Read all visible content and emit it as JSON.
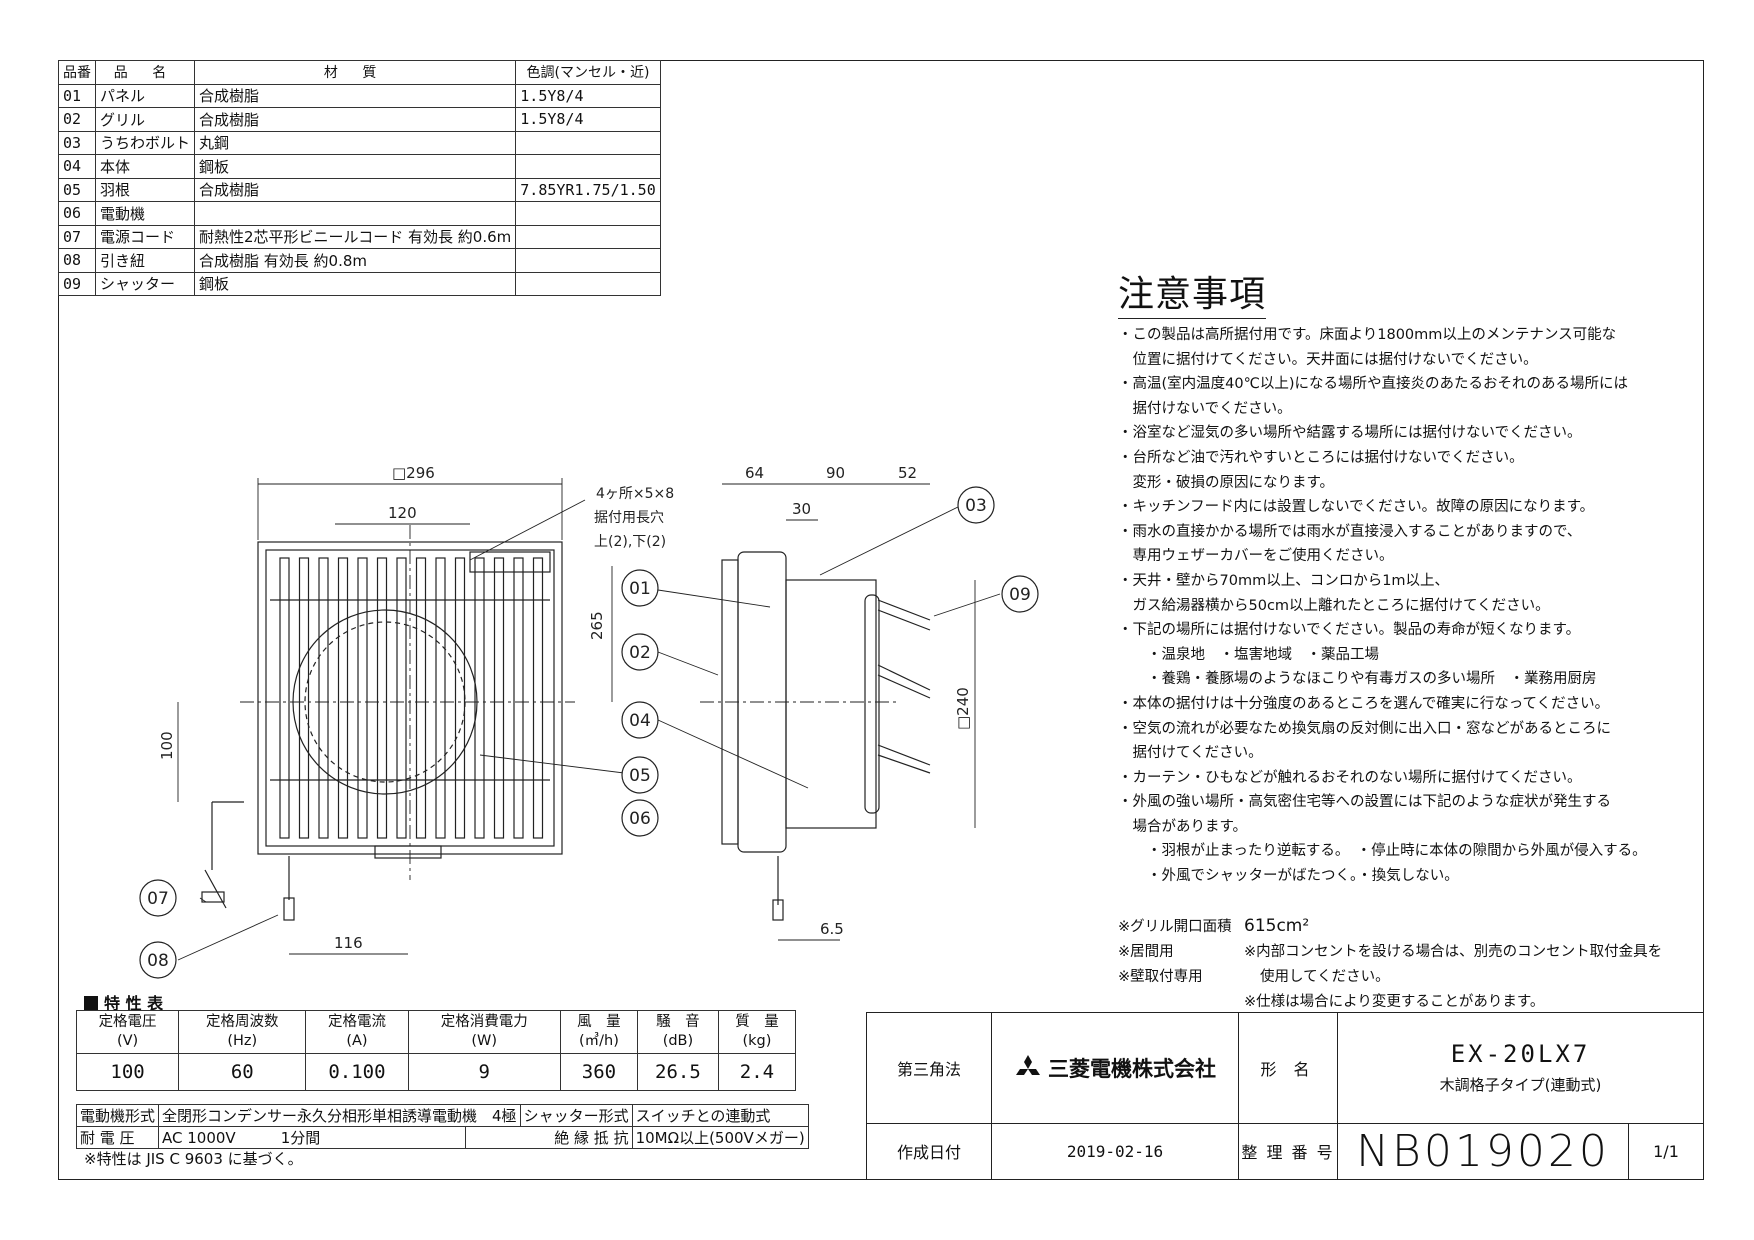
{
  "parts_table": {
    "headers": [
      "品番",
      "品 名",
      "材 質",
      "色調(マンセル・近)"
    ],
    "rows": [
      {
        "no": "01",
        "name": "パネル",
        "material": "合成樹脂",
        "color": "1.5Y8/4"
      },
      {
        "no": "02",
        "name": "グリル",
        "material": "合成樹脂",
        "color": "1.5Y8/4"
      },
      {
        "no": "03",
        "name": "うちわボルト",
        "material": "丸鋼",
        "color": ""
      },
      {
        "no": "04",
        "name": "本体",
        "material": "鋼板",
        "color": ""
      },
      {
        "no": "05",
        "name": "羽根",
        "material": "合成樹脂",
        "color": "7.85YR1.75/1.50"
      },
      {
        "no": "06",
        "name": "電動機",
        "material": "",
        "color": ""
      },
      {
        "no": "07",
        "name": "電源コード",
        "material": "耐熱性2芯平形ビニールコード 有効長 約0.6m",
        "color": ""
      },
      {
        "no": "08",
        "name": "引き紐",
        "material": "合成樹脂 有効長 約0.8m",
        "color": ""
      },
      {
        "no": "09",
        "name": "シャッター",
        "material": "鋼板",
        "color": ""
      }
    ]
  },
  "drawing": {
    "dims": {
      "width_296": "□296",
      "d120": "120",
      "d265": "265",
      "d100": "100",
      "d116": "116",
      "d64": "64",
      "d90": "90",
      "d52": "52",
      "d30": "30",
      "d240": "□240",
      "d6_5": "6.5"
    },
    "mount_hole_note": [
      "4ヶ所×5×8",
      "据付用長穴",
      "上(2),下(2)"
    ],
    "callouts": [
      "01",
      "02",
      "03",
      "04",
      "05",
      "06",
      "07",
      "08",
      "09"
    ]
  },
  "notes": {
    "title": "注意事項",
    "lines": [
      "・この製品は高所据付用です。床面より1800mm以上のメンテナンス可能な",
      "　位置に据付けてください。天井面には据付けないでください。",
      "・高温(室内温度40℃以上)になる場所や直接炎のあたるおそれのある場所には",
      "　据付けないでください。",
      "・浴室など湿気の多い場所や結露する場所には据付けないでください。",
      "・台所など油で汚れやすいところには据付けないでください。",
      "　変形・破損の原因になります。",
      "・キッチンフード内には設置しないでください。故障の原因になります。",
      "・雨水の直接かかる場所では雨水が直接浸入することがありますので、",
      "　専用ウェザーカバーをご使用ください。",
      "・天井・壁から70mm以上、コンロから1m以上、",
      "　ガス給湯器横から50cm以上離れたところに据付けてください。",
      "・下記の場所には据付けないでください。製品の寿命が短くなります。",
      "　　・温泉地　・塩害地域　・薬品工場",
      "　　・養鶏・養豚場のようなほこりや有毒ガスの多い場所　・業務用厨房",
      "・本体の据付けは十分強度のあるところを選んで確実に行なってください。",
      "・空気の流れが必要なため換気扇の反対側に出入口・窓などがあるところに",
      "　据付けてください。",
      "・カーテン・ひもなどが触れるおそれのない場所に据付けてください。",
      "・外風の強い場所・高気密住宅等への設置には下記のような症状が発生する",
      "　場合があります。",
      "　　・羽根が止まったり逆転する。　・停止時に本体の隙間から外風が侵入する。",
      "　　・外風でシャッターがばたつく。・換気しない。"
    ]
  },
  "remarks": {
    "grille_label": "※グリル開口面積",
    "grille_value": "615cm²",
    "room_label": "※居間用",
    "room_note": "※内部コンセントを設ける場合は、別売のコンセント取付金具を",
    "wall_label": "※壁取付専用",
    "wall_note": "使用してください。",
    "spec_note": "※仕様は場合により変更することがあります。"
  },
  "spec_table": {
    "heading": "特 性 表",
    "headers": [
      [
        "定格電圧",
        "(V)"
      ],
      [
        "定格周波数",
        "(Hz)"
      ],
      [
        "定格電流",
        "(A)"
      ],
      [
        "定格消費電力",
        "(W)"
      ],
      [
        "風　量",
        "(㎥/h)"
      ],
      [
        "騒　音",
        "(dB)"
      ],
      [
        "質　量",
        "(kg)"
      ]
    ],
    "values": [
      "100",
      "60",
      "0.100",
      "9",
      "360",
      "26.5",
      "2.4"
    ],
    "motor_label": "電動機形式",
    "motor_value": "全閉形コンデンサー永久分相形単相誘導電動機　4極",
    "shutter_label": "シャッター形式",
    "shutter_value": "スイッチとの連動式",
    "voltage_label": "耐 電 圧",
    "voltage_value": "AC 1000V　　　1分間",
    "insulation_label": "絶 縁 抵 抗",
    "insulation_value": "10MΩ以上(500Vメガー)",
    "footnote": "※特性は JIS C 9603 に基づく。"
  },
  "title_block": {
    "projection_label": "第三角法",
    "company": "三菱電機株式会社",
    "model_label": "形 名",
    "model": "EX-20LX7",
    "model_sub": "木調格子タイプ(連動式)",
    "date_label": "作成日付",
    "date": "2019-02-16",
    "number_label": "整 理 番 号",
    "number": "NB019020",
    "page": "1/1"
  }
}
